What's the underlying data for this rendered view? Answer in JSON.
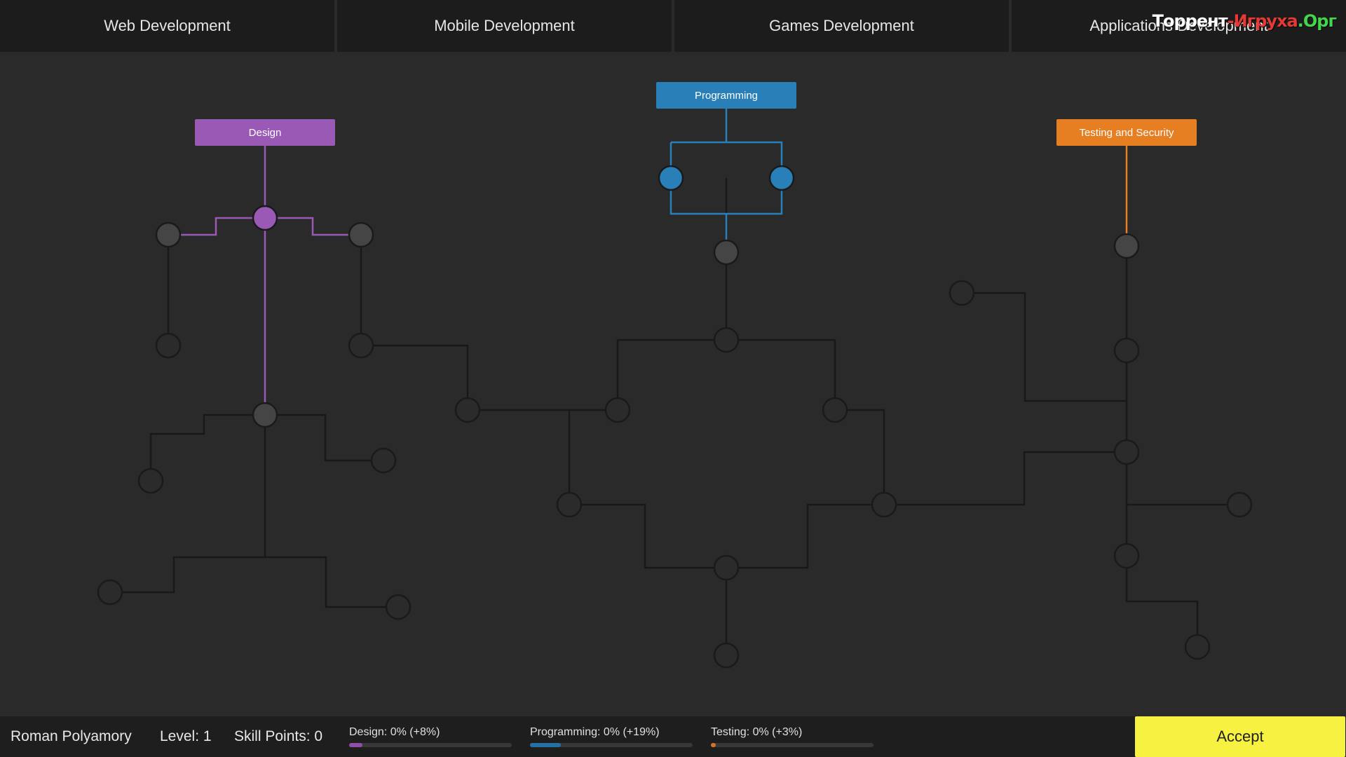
{
  "tabs": [
    "Web Development",
    "Mobile Development",
    "Games Development",
    "Applications Development"
  ],
  "watermark": {
    "part1": "Торрент",
    "part2": "-Игруха",
    "part3": ".Орг"
  },
  "categories": {
    "design": {
      "label": "Design",
      "color": "#9b59b6"
    },
    "programming": {
      "label": "Programming",
      "color": "#2980b9"
    },
    "testing": {
      "label": "Testing and Security",
      "color": "#e67e22"
    }
  },
  "footer": {
    "player_name": "Roman Polyamory",
    "level": "Level: 1",
    "skill_points": "Skill Points: 0",
    "stats": [
      {
        "label": "Design: 0% (+8%)",
        "progress": 0.08,
        "color": "#8e4fa8"
      },
      {
        "label": "Programming: 0% (+19%)",
        "progress": 0.19,
        "color": "#2471a3"
      },
      {
        "label": "Testing: 0% (+3%)",
        "progress": 0.03,
        "color": "#d3732a"
      }
    ]
  },
  "accept_label": "Accept",
  "colors": {
    "background": "#2a2a2a",
    "inactive_node": "#454545",
    "inactive_line": "#1a1a1a",
    "accept": "#f7f142"
  }
}
